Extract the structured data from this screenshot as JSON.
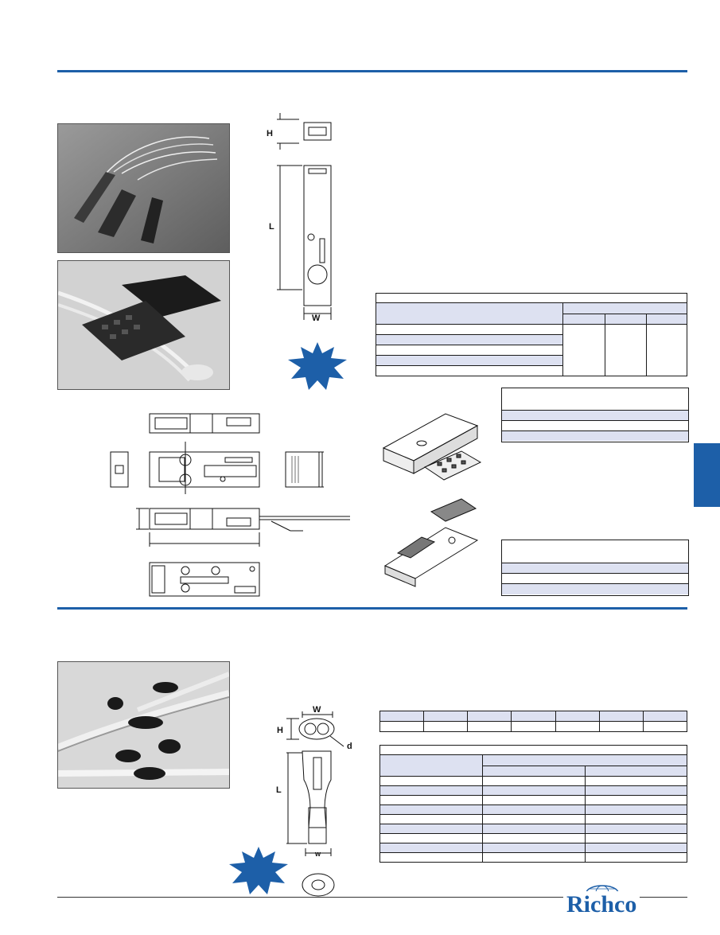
{
  "dimension_labels": {
    "top_drawing": {
      "h": "H",
      "l": "L",
      "w": "W"
    },
    "bottom_drawing": {
      "w_upper": "W",
      "h": "H",
      "d": "d",
      "l": "L",
      "w_lower": "w"
    }
  },
  "logo": {
    "name": "Richco"
  },
  "colors": {
    "accent": "#1d5fa8",
    "table_header": "#dde1f1"
  }
}
